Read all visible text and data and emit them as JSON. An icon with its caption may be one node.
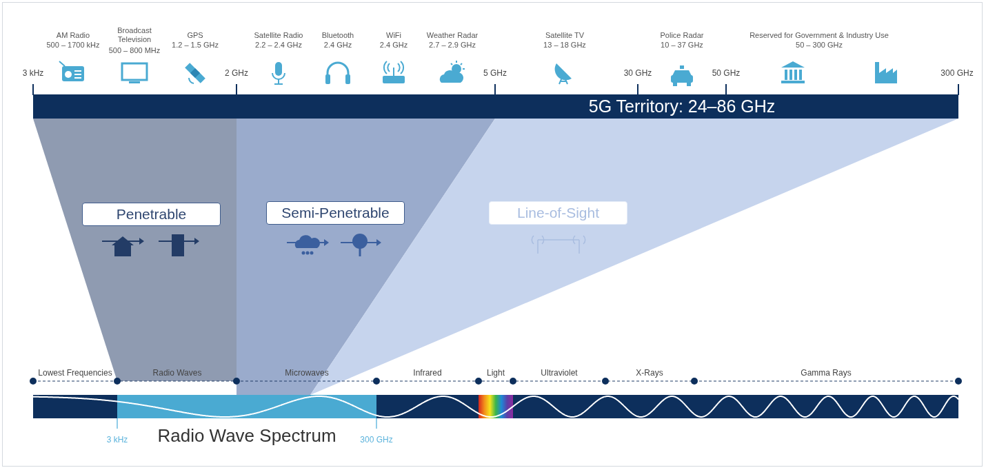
{
  "diagram": {
    "nodes": [
      {
        "text": [
          "5G Territory: 24–86 GHz"
        ]
      },
      {
        "text": [
          "Penetrable"
        ]
      },
      {
        "text": [
          "Semi-Penetrable"
        ]
      },
      {
        "text": [
          "Line-of-Sight"
        ]
      }
    ],
    "labels": [
      "AM Radio",
      "500 – 1700 kHz",
      "Broadcast Television",
      "500 – 800 MHz",
      "GPS",
      "1.2 – 1.5 GHz",
      "Satellite Radio",
      "2.2 – 2.4 GHz",
      "Bluetooth",
      "2.4 GHz",
      "WiFi",
      "2.4 GHz",
      "Weather Radar",
      "2.7 – 2.9 GHz",
      "Satellite TV",
      "13 – 18 GHz",
      "Police Radar",
      "10 – 37 GHz",
      "Reserved for Government & Industry Use",
      "50 – 300 GHz",
      "3 kHz",
      "2 GHz",
      "5 GHz",
      "30 GHz",
      "50 GHz",
      "300 GHz",
      "Lowest Frequencies",
      "Radio Waves",
      "Microwaves",
      "Infrared",
      "Light",
      "Ultraviolet",
      "X-Rays",
      "Gamma Rays",
      "3 kHz",
      "Radio Wave Spectrum",
      "300 GHz"
    ]
  }
}
